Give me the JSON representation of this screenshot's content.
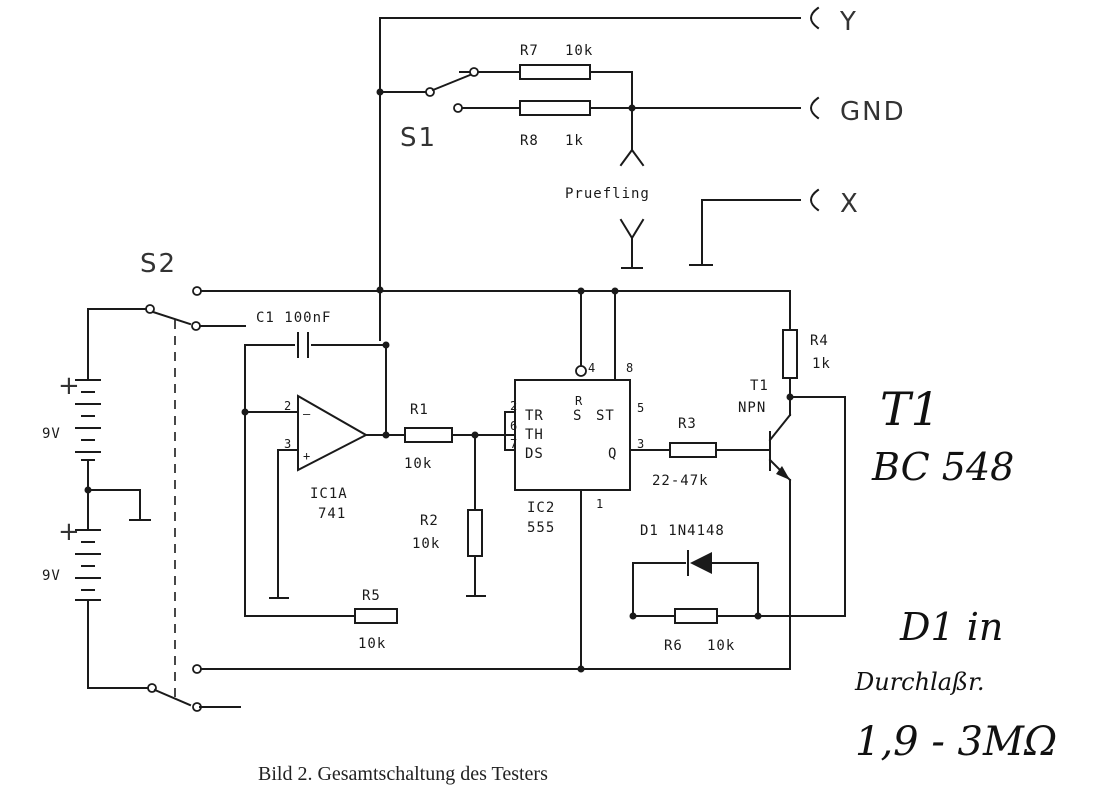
{
  "terminals": {
    "y": "Y",
    "gnd": "GND",
    "x": "X"
  },
  "switches": {
    "s1": "S1",
    "s2": "S2"
  },
  "dut_label": "Pruefling",
  "resistors": {
    "r1": {
      "name": "R1",
      "value": "10k"
    },
    "r2": {
      "name": "R2",
      "value": "10k"
    },
    "r3": {
      "name": "R3",
      "value": "22-47k"
    },
    "r4": {
      "name": "R4",
      "value": "1k"
    },
    "r5": {
      "name": "R5",
      "value": "10k"
    },
    "r6": {
      "name": "R6",
      "value": "10k"
    },
    "r7": {
      "name": "R7",
      "value": "10k"
    },
    "r8": {
      "name": "R8",
      "value": "1k"
    }
  },
  "capacitor_c1": "C1 100nF",
  "diode_d1": "D1 1N4148",
  "transistor": {
    "name": "T1",
    "type": "NPN"
  },
  "opamp": {
    "name": "IC1A",
    "part": "741",
    "pin_inv": "2",
    "pin_noninv": "3"
  },
  "timer": {
    "name": "IC2",
    "part": "555",
    "pins": {
      "tr": "TR",
      "th": "TH",
      "ds": "DS",
      "r": "R",
      "s": "S",
      "st": "ST",
      "q": "Q",
      "p2": "2",
      "p6": "6",
      "p7": "7",
      "p4": "4",
      "p8": "8",
      "p5": "5",
      "p3": "3",
      "p1": "1"
    }
  },
  "batteries": [
    {
      "voltage": "9V",
      "plus": "+"
    },
    {
      "voltage": "9V",
      "plus": "+"
    }
  ],
  "handwritten": {
    "t1": "T1",
    "t1_type": "BC 548",
    "d1": "D1 in",
    "d1_dir": "Durchlaßr.",
    "d1_value": "1,9 - 3MΩ"
  },
  "caption": "Bild 2. Gesamtschaltung des Testers"
}
